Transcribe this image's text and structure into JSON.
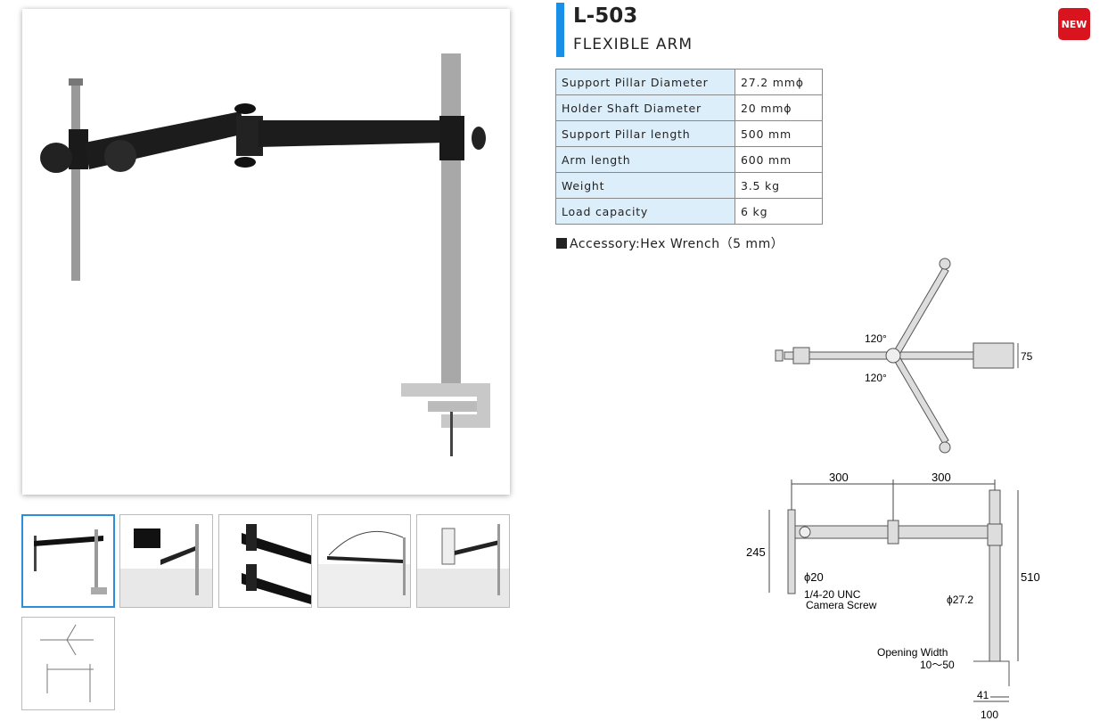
{
  "product": {
    "model": "L-503",
    "subtitle": "FLEXIBLE ARM",
    "badge": "NEW"
  },
  "specs": [
    {
      "label": "Support Pillar Diameter",
      "value": "27.2 mmϕ"
    },
    {
      "label": "Holder Shaft Diameter",
      "value": "20 mmϕ"
    },
    {
      "label": "Support Pillar length",
      "value": "500 mm"
    },
    {
      "label": "Arm length",
      "value": "600 mm"
    },
    {
      "label": "Weight",
      "value": "3.5 kg"
    },
    {
      "label": "Load capacity",
      "value": "6 kg"
    }
  ],
  "accessory": "Accessory:Hex Wrench（5 mm）",
  "diagram_top": {
    "angle1": "120°",
    "angle2": "120°",
    "width": "75"
  },
  "diagram_side": {
    "dim1": "300",
    "dim2": "300",
    "height_left": "245",
    "shaft": "ϕ20",
    "screw1": "1/4-20 UNC",
    "screw2": "Camera Screw",
    "pillar": "ϕ27.2",
    "height_right": "510",
    "opening1": "Opening Width",
    "opening2": "10～50",
    "clamp_inner": "41",
    "clamp_outer": "100"
  },
  "colors": {
    "accent": "#1a8fe8",
    "badge": "#d9141e",
    "spec_label_bg": "#ddeefb"
  }
}
